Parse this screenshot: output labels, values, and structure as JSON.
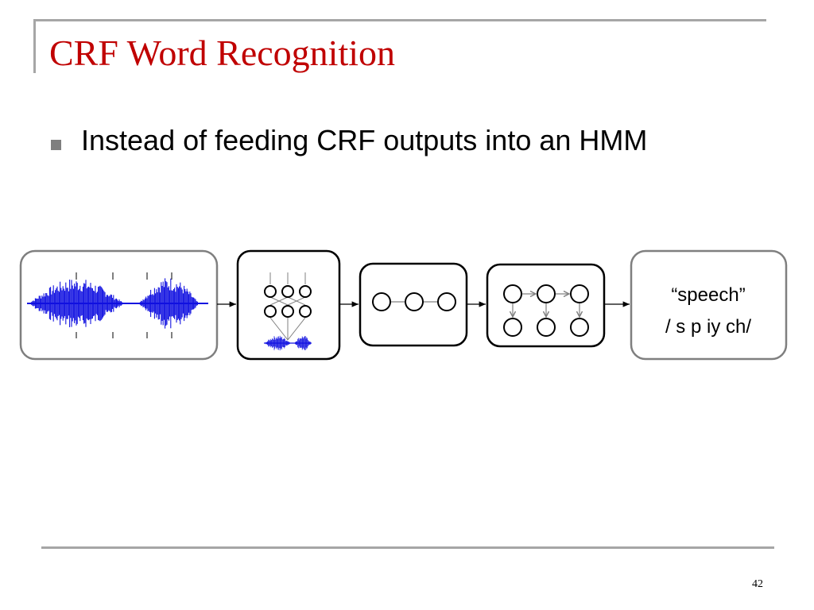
{
  "slide": {
    "title": "CRF Word Recognition",
    "bullet": "Instead of feeding CRF outputs into an HMM",
    "page_number": "42"
  },
  "pipeline": {
    "output_word": "“speech”",
    "output_phones": "/ s p iy ch/",
    "colors": {
      "waveform": "#1010e0",
      "box_border_gray": "#7f7f7f",
      "box_border_dark": "#000000",
      "edge": "#808080"
    }
  }
}
